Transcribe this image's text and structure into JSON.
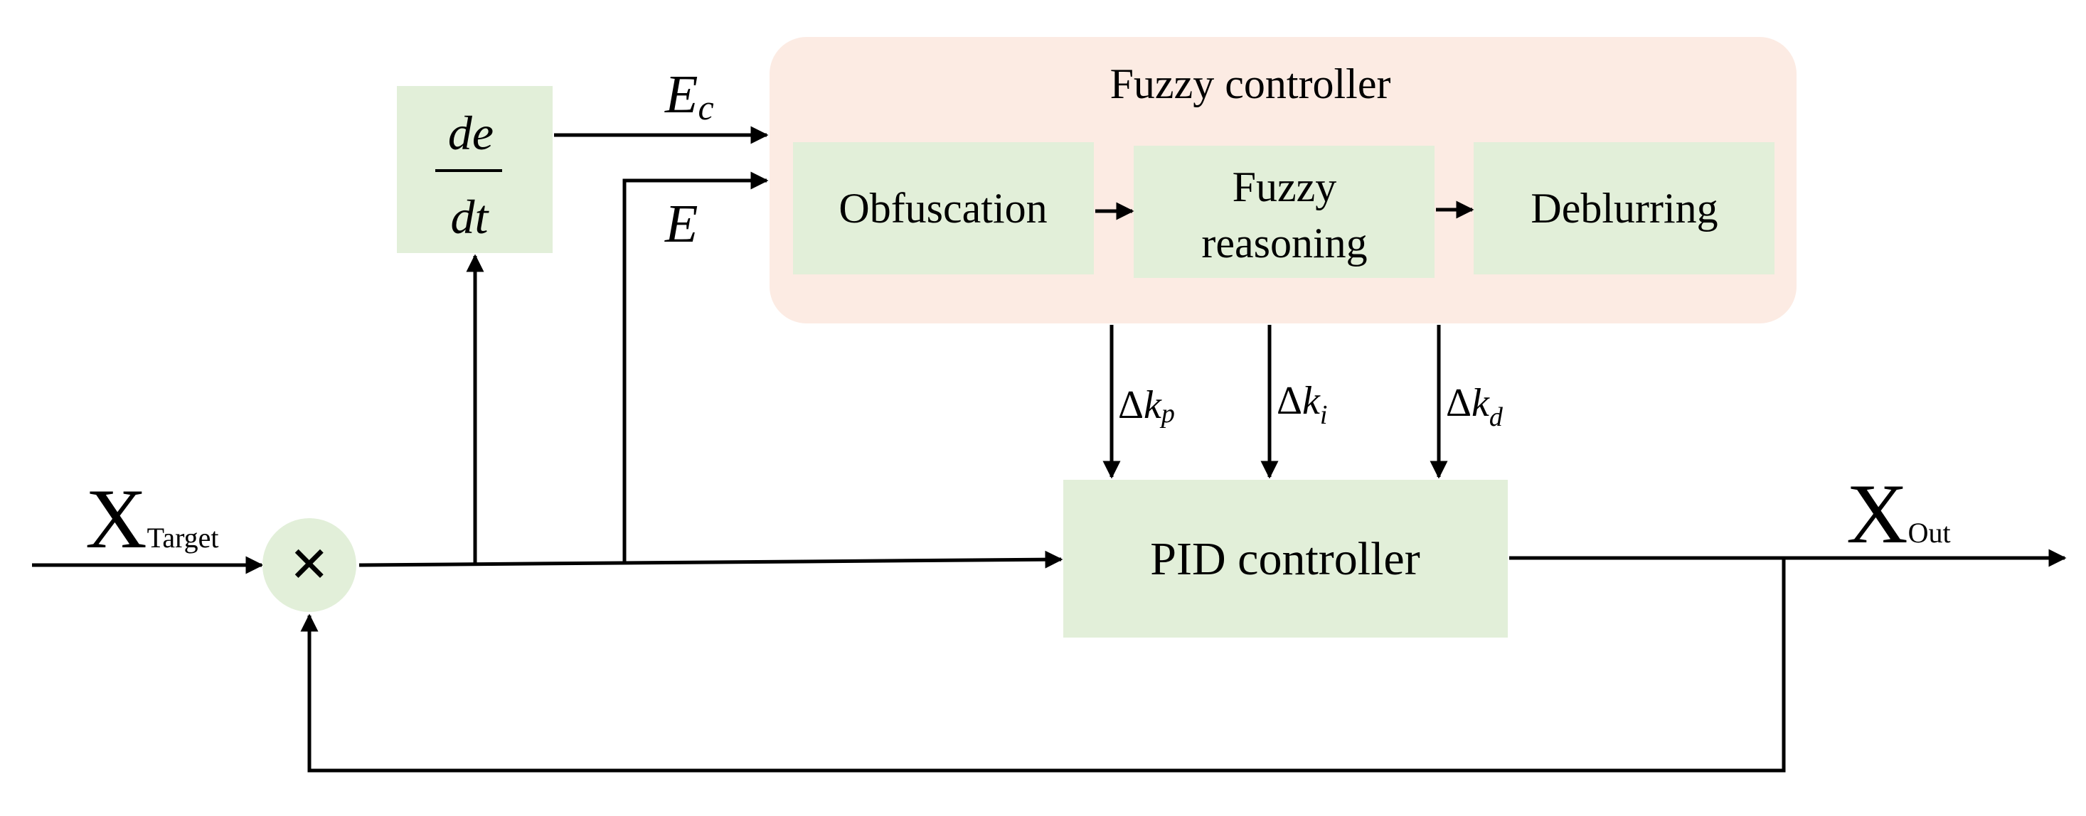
{
  "colors": {
    "block_fill": "#e2efd9",
    "fuzzy_panel_fill": "#fcebe3",
    "stroke": "#000000"
  },
  "fuzzy_controller": {
    "title": "Fuzzy controller",
    "obfuscation": "Obfuscation",
    "fuzzy_reasoning_line1": "Fuzzy",
    "fuzzy_reasoning_line2": "reasoning",
    "deblurring": "Deblurring"
  },
  "derivative_block": {
    "numerator": "de",
    "denominator": "dt"
  },
  "signals": {
    "ec_main": "E",
    "ec_sub": "c",
    "e": "E",
    "x_target_main": "X",
    "x_target_sub": "Target",
    "x_out_main": "X",
    "x_out_sub": "Out",
    "delta": "Δ",
    "k": "k",
    "kp_sub": "p",
    "ki_sub": "i",
    "kd_sub": "d"
  },
  "pid_controller": {
    "label": "PID controller"
  },
  "summing_junction": {
    "symbol": "×"
  }
}
